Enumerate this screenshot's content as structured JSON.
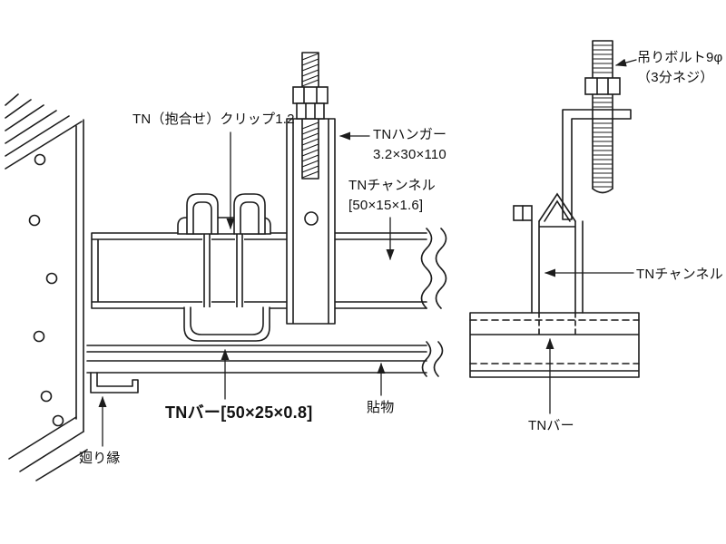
{
  "diagram": {
    "background": "#ffffff",
    "line_color": "#1c1c1c"
  },
  "labels": {
    "tn_clip": "TN（抱合せ）クリップ1.2",
    "tn_hanger_name": "TNハンガー",
    "tn_hanger_size": "3.2×30×110",
    "tn_channel_name": "TNチャンネル",
    "tn_channel_size": "[50×15×1.6]",
    "hanging_bolt_name": "吊りボルト9φ",
    "hanging_bolt_note": "（3分ネジ）",
    "tn_bar_spec": "TNバー[50×25×0.8]",
    "covering": "貼物",
    "tn_channel_right": "TNチャンネル",
    "tn_bar_right": "TNバー",
    "ceiling_molding": "廻り縁"
  }
}
